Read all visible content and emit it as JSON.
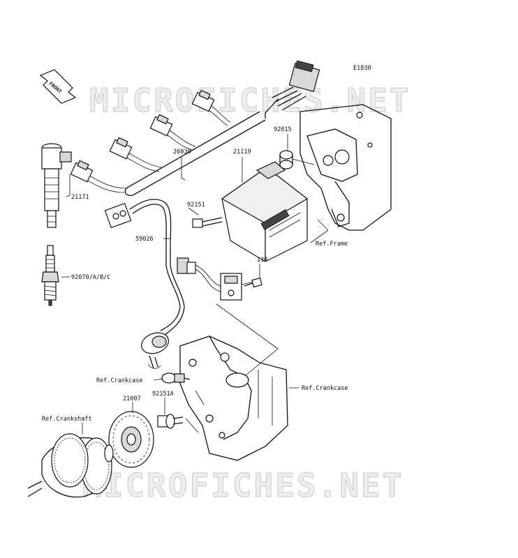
{
  "diagram": {
    "code": "E1830",
    "front_label": "FRONT",
    "watermark_top": "MICROFICHES.NET",
    "watermark_bottom": "MICROFICHES.NET",
    "parts": {
      "p26030": "26030",
      "p21119": "21119",
      "p92015": "92015",
      "p21171": "21171",
      "p92151": "92151",
      "p59026": "59026",
      "p92070": "92070/A/B/C",
      "p130": "130",
      "p21007": "21007",
      "p92151a": "92151A"
    },
    "refs": {
      "frame": "Ref.Frame",
      "crankcase_left": "Ref.Crankcase",
      "crankcase_right": "Ref.Crankcase",
      "crankshaft": "Ref.Crankshaft"
    }
  }
}
